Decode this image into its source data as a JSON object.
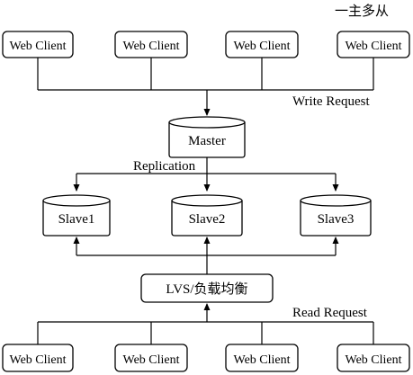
{
  "title": "一主多从",
  "top_clients": [
    "Web Client",
    "Web Client",
    "Web Client",
    "Web Client"
  ],
  "write_request_label": "Write Request",
  "master_label": "Master",
  "replication_label": "Replication",
  "slaves": [
    "Slave1",
    "Slave2",
    "Slave3"
  ],
  "load_balancer_label": "LVS/负载均衡",
  "read_request_label": "Read Request",
  "bottom_clients": [
    "Web Client",
    "Web Client",
    "Web Client",
    "Web Client"
  ]
}
